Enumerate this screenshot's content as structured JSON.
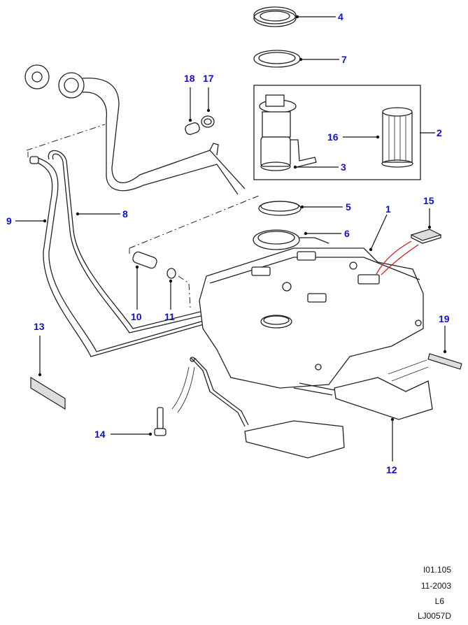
{
  "diagram": {
    "type": "exploded parts diagram",
    "subject": "Fuel tank assembly",
    "callouts": [
      {
        "id": "1",
        "label": "1",
        "part": "fuel-tank"
      },
      {
        "id": "2",
        "label": "2",
        "part": "fuel-pump-kit"
      },
      {
        "id": "3",
        "label": "3",
        "part": "fuel-pump-module"
      },
      {
        "id": "4",
        "label": "4",
        "part": "locking-ring"
      },
      {
        "id": "5",
        "label": "5",
        "part": "seal-ring"
      },
      {
        "id": "6",
        "label": "6",
        "part": "sender-seal"
      },
      {
        "id": "7",
        "label": "7",
        "part": "seal"
      },
      {
        "id": "8",
        "label": "8",
        "part": "vent-pipe"
      },
      {
        "id": "9",
        "label": "9",
        "part": "breather-pipe"
      },
      {
        "id": "10",
        "label": "10",
        "part": "connector"
      },
      {
        "id": "11",
        "label": "11",
        "part": "clip"
      },
      {
        "id": "12",
        "label": "12",
        "part": "tank-strap"
      },
      {
        "id": "13",
        "label": "13",
        "part": "pad"
      },
      {
        "id": "14",
        "label": "14",
        "part": "bolt"
      },
      {
        "id": "15",
        "label": "15",
        "part": "pad-small"
      },
      {
        "id": "16",
        "label": "16",
        "part": "filter"
      },
      {
        "id": "17",
        "label": "17",
        "part": "hose-clip"
      },
      {
        "id": "18",
        "label": "18",
        "part": "hose"
      },
      {
        "id": "19",
        "label": "19",
        "part": "insulator-pad"
      }
    ]
  },
  "footer": {
    "ref": "I01.105",
    "date": "11-2003",
    "model": "L6",
    "code": "LJ0057D"
  },
  "colors": {
    "callout": "#1010c8",
    "highlight": "#d01010"
  }
}
